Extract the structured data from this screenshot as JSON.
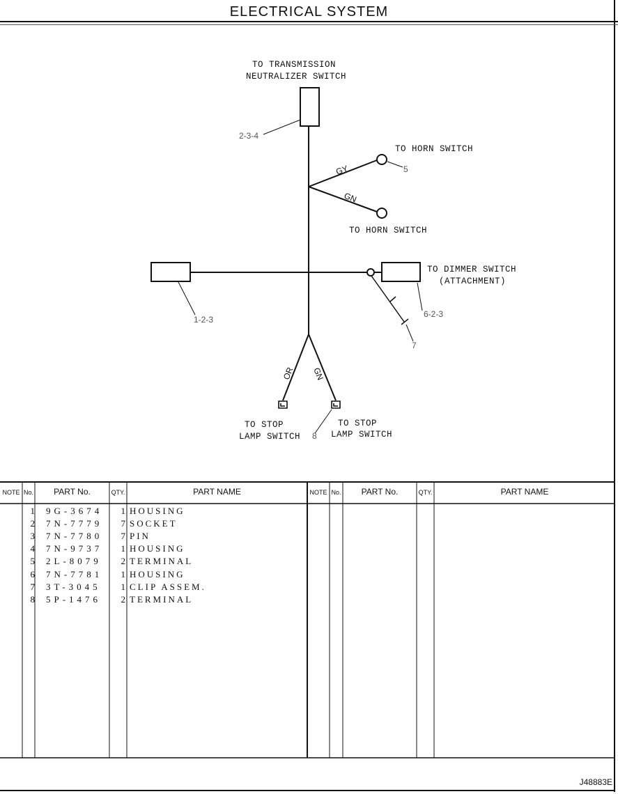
{
  "page": {
    "title": "ELECTRICAL SYSTEM",
    "footer_code": "J48883E"
  },
  "diagram": {
    "labels": {
      "transmission_1": "TO TRANSMISSION",
      "transmission_2": "NEUTRALIZER SWITCH",
      "horn_switch_top": "TO HORN SWITCH",
      "horn_switch_bottom": "TO HORN SWITCH",
      "dimmer_1": "TO DIMMER SWITCH",
      "dimmer_2": "(ATTACHMENT)",
      "stop_left_1": "TO STOP",
      "stop_left_2": "LAMP SWITCH",
      "stop_right_1": "TO STOP",
      "stop_right_2": "LAMP SWITCH"
    },
    "wires": {
      "gy": "GY",
      "gn_horn": "GN",
      "or": "OR",
      "gn_stop": "GN"
    },
    "refs": {
      "neutralizer_ref": "2-3-4",
      "horn_ref": "5",
      "housing_left_ref": "1-2-3",
      "dimmer_ref": "6-2-3",
      "clip_ref": "7",
      "terminal_ref": "8"
    }
  },
  "parts_table": {
    "headers": {
      "note": "NOTE",
      "no": "No.",
      "part_no": "PART No.",
      "qty": "QTY.",
      "part_name": "PART NAME"
    },
    "rows": [
      {
        "no": "1",
        "part_no": "9G-3674",
        "qty": "1",
        "name": "HOUSING"
      },
      {
        "no": "2",
        "part_no": "7N-7779",
        "qty": "7",
        "name": "SOCKET"
      },
      {
        "no": "3",
        "part_no": "7N-7780",
        "qty": "7",
        "name": "PIN"
      },
      {
        "no": "4",
        "part_no": "7N-9737",
        "qty": "1",
        "name": "HOUSING"
      },
      {
        "no": "5",
        "part_no": "2L-8079",
        "qty": "2",
        "name": "TERMINAL"
      },
      {
        "no": "6",
        "part_no": "7N-7781",
        "qty": "1",
        "name": "HOUSING"
      },
      {
        "no": "7",
        "part_no": "3T-3045",
        "qty": "1",
        "name": "CLIP ASSEM."
      },
      {
        "no": "8",
        "part_no": "5P-1476",
        "qty": "2",
        "name": "TERMINAL"
      }
    ]
  }
}
